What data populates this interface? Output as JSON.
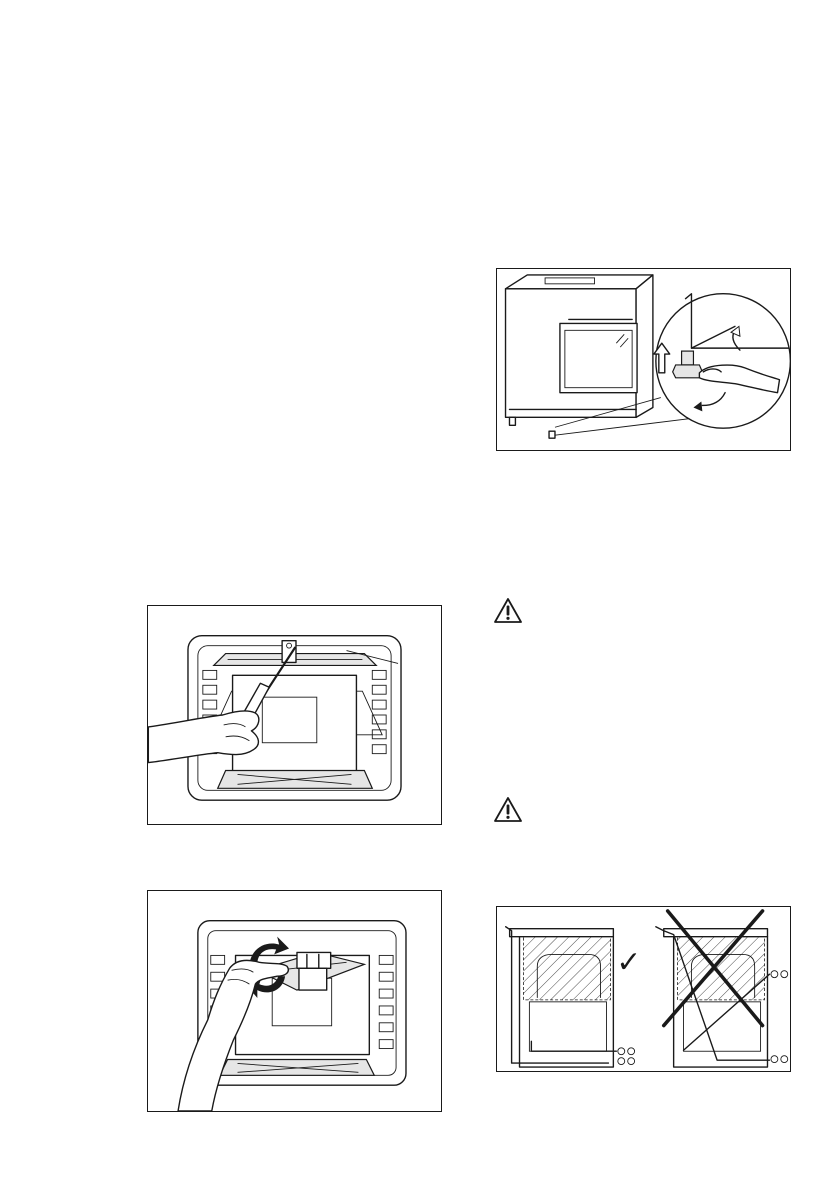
{
  "figures": {
    "oven_leveling": {
      "icon": "adjustable-foot-wrench"
    },
    "lamp_cover_removal": {
      "icon": "screwdriver-grease-filter",
      "callout_count": 1
    },
    "grease_filter_rotate": {
      "icon": "rotate-arrows"
    },
    "anti_tilt_cable": {
      "correct_mark": "✓",
      "wrong_mark": "✗"
    }
  },
  "warnings": [
    {
      "icon": "warning-triangle-icon",
      "symbol": "!"
    },
    {
      "icon": "warning-triangle-icon",
      "symbol": "!"
    }
  ],
  "colors": {
    "ink": "#1a1a1a",
    "paper": "#ffffff",
    "shade": "#e6e6e6"
  }
}
